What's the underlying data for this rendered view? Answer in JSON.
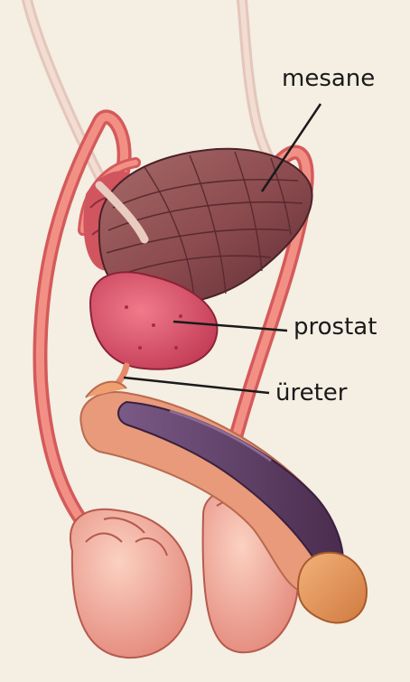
{
  "labels": {
    "mesane": "mesane",
    "prostat": "prostat",
    "ureter": "üreter"
  },
  "colors": {
    "background": "#f4eee3",
    "bladder": "#8a4a4e",
    "prostate": "#d8506a",
    "vessel": "#ef7d76",
    "testis": "#f2a89a",
    "penis_shaft": "#5c3a5e",
    "glans": "#e6945a",
    "ureter_upper": "#e9ccc0"
  }
}
